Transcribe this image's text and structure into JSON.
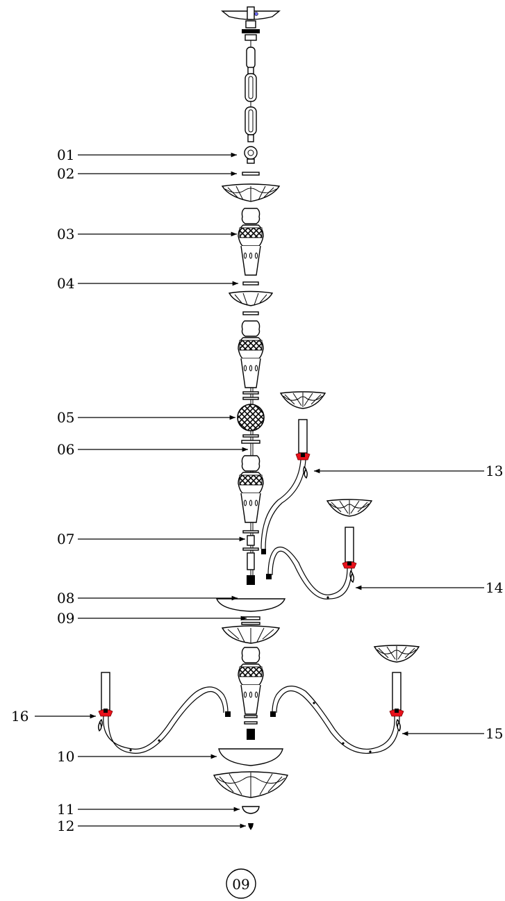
{
  "callouts": [
    {
      "label": "01"
    },
    {
      "label": "02"
    },
    {
      "label": "03"
    },
    {
      "label": "04"
    },
    {
      "label": "05"
    },
    {
      "label": "06"
    },
    {
      "label": "07"
    },
    {
      "label": "08"
    },
    {
      "label": "09"
    },
    {
      "label": "10"
    },
    {
      "label": "11"
    },
    {
      "label": "12"
    },
    {
      "label": "13"
    },
    {
      "label": "14"
    },
    {
      "label": "15"
    },
    {
      "label": "16"
    }
  ],
  "page_number": "09",
  "colors": {
    "line": "#000000",
    "accent_red": "#e8111b",
    "background": "#ffffff"
  }
}
